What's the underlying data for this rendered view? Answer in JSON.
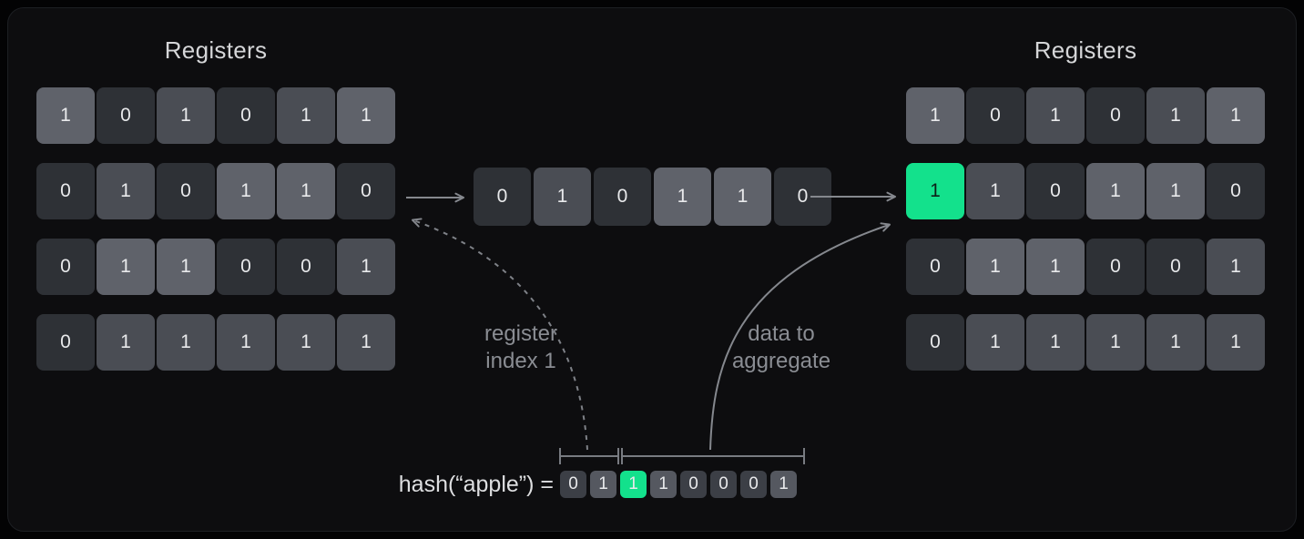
{
  "colors": {
    "page_bg": "#030304",
    "card_bg": "#0d0d0f",
    "accent_green": "#13e18c",
    "tone_dark": "#2e3136",
    "tone_mid": "#4a4d54",
    "tone_light": "#5f626a",
    "arrow_gray": "#85888e",
    "bracket_gray": "#787b81",
    "title_text": "#d5d6d8",
    "label_text": "#8a8d93",
    "cell_text": "#e8e9eb"
  },
  "left_registers": {
    "title": "Registers",
    "rows": [
      [
        {
          "v": "1",
          "tone": "light"
        },
        {
          "v": "0",
          "tone": "dark"
        },
        {
          "v": "1",
          "tone": "mid"
        },
        {
          "v": "0",
          "tone": "dark"
        },
        {
          "v": "1",
          "tone": "mid"
        },
        {
          "v": "1",
          "tone": "light"
        }
      ],
      [
        {
          "v": "0",
          "tone": "dark"
        },
        {
          "v": "1",
          "tone": "mid"
        },
        {
          "v": "0",
          "tone": "dark"
        },
        {
          "v": "1",
          "tone": "light"
        },
        {
          "v": "1",
          "tone": "light"
        },
        {
          "v": "0",
          "tone": "dark"
        }
      ],
      [
        {
          "v": "0",
          "tone": "dark"
        },
        {
          "v": "1",
          "tone": "light"
        },
        {
          "v": "1",
          "tone": "light"
        },
        {
          "v": "0",
          "tone": "dark"
        },
        {
          "v": "0",
          "tone": "dark"
        },
        {
          "v": "1",
          "tone": "mid"
        }
      ],
      [
        {
          "v": "0",
          "tone": "dark"
        },
        {
          "v": "1",
          "tone": "mid"
        },
        {
          "v": "1",
          "tone": "mid"
        },
        {
          "v": "1",
          "tone": "mid"
        },
        {
          "v": "1",
          "tone": "mid"
        },
        {
          "v": "1",
          "tone": "mid"
        }
      ]
    ]
  },
  "merge_row": {
    "cells": [
      {
        "v": "0",
        "tone": "dark"
      },
      {
        "v": "1",
        "tone": "mid"
      },
      {
        "v": "0",
        "tone": "dark"
      },
      {
        "v": "1",
        "tone": "light"
      },
      {
        "v": "1",
        "tone": "light"
      },
      {
        "v": "0",
        "tone": "dark"
      }
    ]
  },
  "right_registers": {
    "title": "Registers",
    "rows": [
      [
        {
          "v": "1",
          "tone": "light"
        },
        {
          "v": "0",
          "tone": "dark"
        },
        {
          "v": "1",
          "tone": "mid"
        },
        {
          "v": "0",
          "tone": "dark"
        },
        {
          "v": "1",
          "tone": "mid"
        },
        {
          "v": "1",
          "tone": "light"
        }
      ],
      [
        {
          "v": "1",
          "tone": "green",
          "name": "updated-register-cell"
        },
        {
          "v": "1",
          "tone": "mid"
        },
        {
          "v": "0",
          "tone": "dark"
        },
        {
          "v": "1",
          "tone": "light"
        },
        {
          "v": "1",
          "tone": "light"
        },
        {
          "v": "0",
          "tone": "dark"
        }
      ],
      [
        {
          "v": "0",
          "tone": "dark"
        },
        {
          "v": "1",
          "tone": "light"
        },
        {
          "v": "1",
          "tone": "light"
        },
        {
          "v": "0",
          "tone": "dark"
        },
        {
          "v": "0",
          "tone": "dark"
        },
        {
          "v": "1",
          "tone": "mid"
        }
      ],
      [
        {
          "v": "0",
          "tone": "dark"
        },
        {
          "v": "1",
          "tone": "mid"
        },
        {
          "v": "1",
          "tone": "mid"
        },
        {
          "v": "1",
          "tone": "mid"
        },
        {
          "v": "1",
          "tone": "mid"
        },
        {
          "v": "1",
          "tone": "mid"
        }
      ]
    ]
  },
  "annotations": {
    "register_index": {
      "line1": "register",
      "line2": "index 1"
    },
    "data_aggregate": {
      "line1": "data to",
      "line2": "aggregate"
    }
  },
  "hash": {
    "label": "hash(“apple”) =",
    "bits": [
      {
        "v": "0",
        "tone": "hdark"
      },
      {
        "v": "1",
        "tone": "hlight"
      },
      {
        "v": "1",
        "tone": "green",
        "name": "highlighted-hash-bit"
      },
      {
        "v": "1",
        "tone": "hlight"
      },
      {
        "v": "0",
        "tone": "hdark"
      },
      {
        "v": "0",
        "tone": "hdark"
      },
      {
        "v": "0",
        "tone": "hdark"
      },
      {
        "v": "1",
        "tone": "hlight"
      }
    ]
  }
}
